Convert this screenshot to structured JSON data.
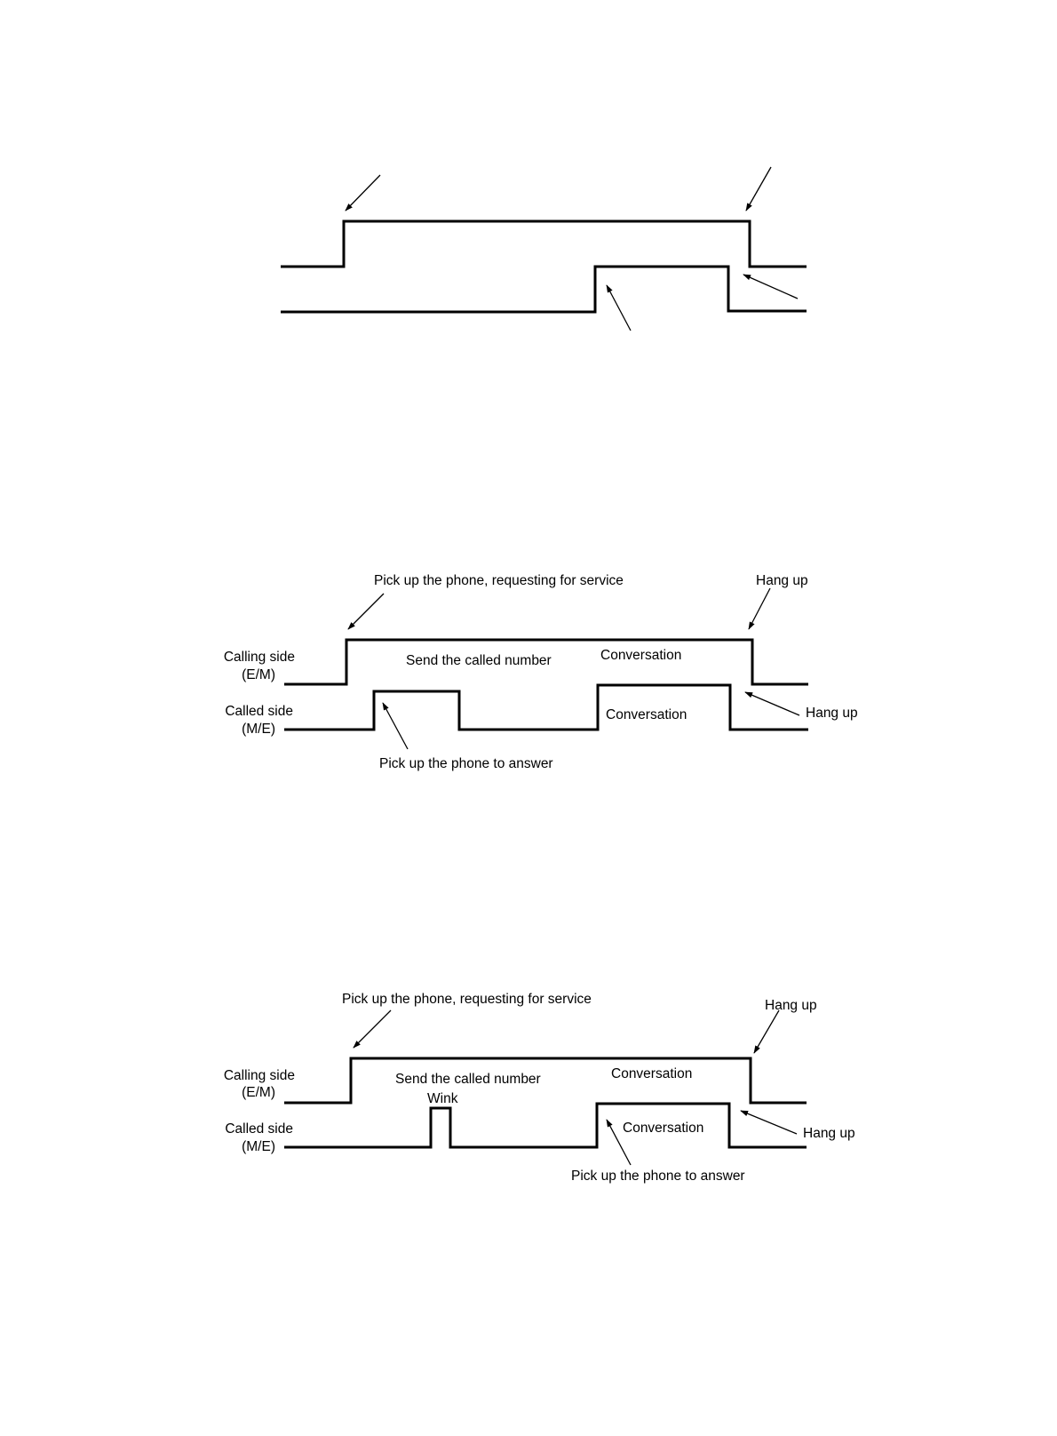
{
  "diagram1": {},
  "diagram2": {
    "request_label": "Pick up the phone, requesting for service",
    "hangup_top_label": "Hang up",
    "calling_side_line1": "Calling side",
    "calling_side_line2": "(E/M)",
    "called_side_line1": "Called side",
    "called_side_line2": "(M/E)",
    "send_number_label": "Send the called number",
    "conversation_top_label": "Conversation",
    "conversation_bottom_label": "Conversation",
    "hangup_right_label": "Hang up",
    "answer_label": "Pick up the phone to answer"
  },
  "diagram3": {
    "request_label": "Pick up the phone, requesting for service",
    "hangup_top_label": "Hang up",
    "calling_side_line1": "Calling side",
    "calling_side_line2": "(E/M)",
    "called_side_line1": "Called side",
    "called_side_line2": "(M/E)",
    "send_number_label": "Send the called number",
    "wink_label": "Wink",
    "conversation_top_label": "Conversation",
    "conversation_bottom_label": "Conversation",
    "hangup_right_label": "Hang up",
    "answer_label": "Pick up the phone to answer"
  }
}
